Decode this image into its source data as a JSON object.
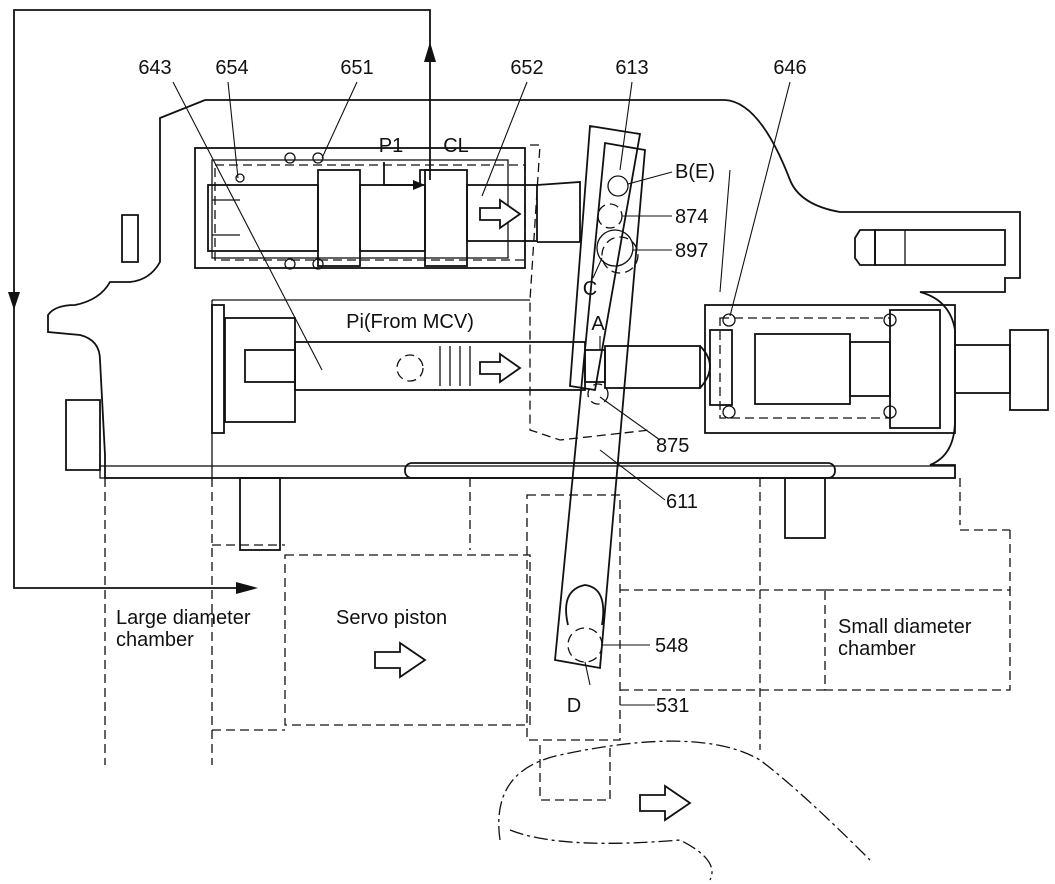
{
  "labels": {
    "n643": "643",
    "n654": "654",
    "n651": "651",
    "n652": "652",
    "n613": "613",
    "n646": "646",
    "p1": "P1",
    "cl": "CL",
    "be": "B(E)",
    "n874": "874",
    "n897": "897",
    "c": "C",
    "pi": "Pi(From MCV)",
    "a": "A",
    "n875": "875",
    "n611": "611",
    "large_line1": "Large diameter",
    "large_line2": "chamber",
    "servo": "Servo piston",
    "small_line1": "Small diameter",
    "small_line2": "chamber",
    "n548": "548",
    "d": "D",
    "n531": "531"
  }
}
